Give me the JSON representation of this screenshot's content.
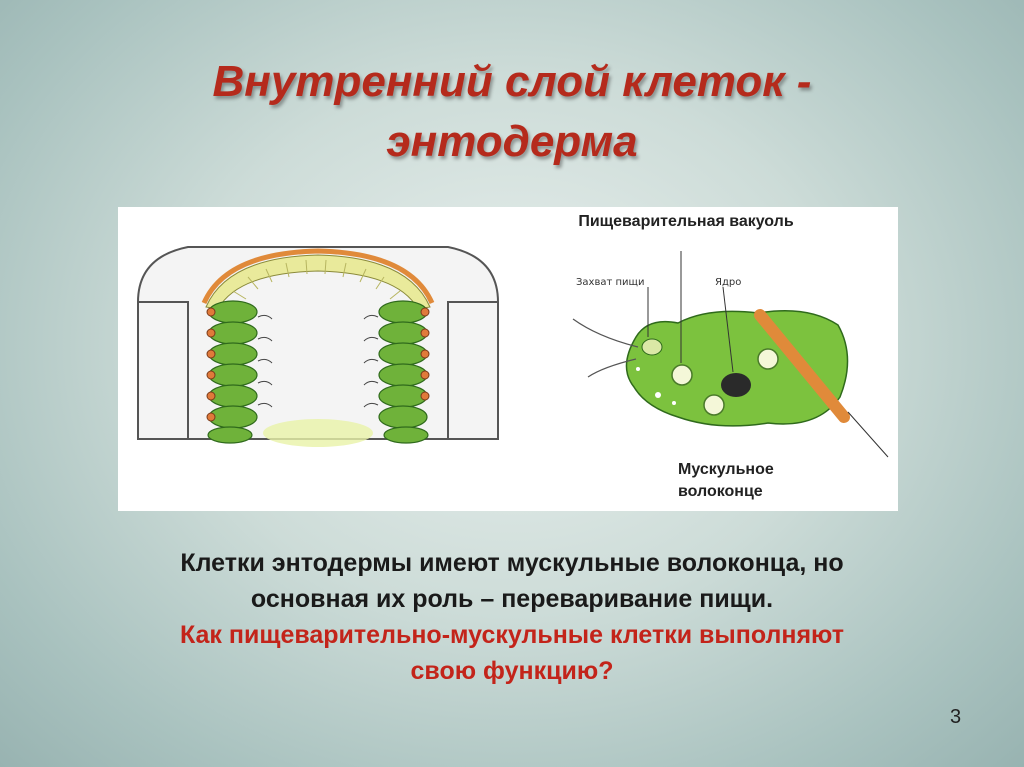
{
  "title": {
    "line1": "Внутренний слой клеток -",
    "line2": "энтодерма"
  },
  "figure": {
    "label_vacuole": "Пищеварительная вакуоль",
    "label_food_capture": "Захват пищи",
    "label_nucleus": "Ядро",
    "label_muscle_fiber": "Мускульное волоконце"
  },
  "text": {
    "line1": "Клетки энтодермы имеют мускульные волоконца, но",
    "line2": "основная их роль – переваривание пищи.",
    "question1": "Как пищеварительно-мускульные клетки выполняют",
    "question2": "свою функцию?"
  },
  "colors": {
    "title": "#b52a1c",
    "question": "#c3241a",
    "cell_green": "#6fb23a",
    "muscle_orange": "#e08a3a"
  },
  "page_number": "3"
}
